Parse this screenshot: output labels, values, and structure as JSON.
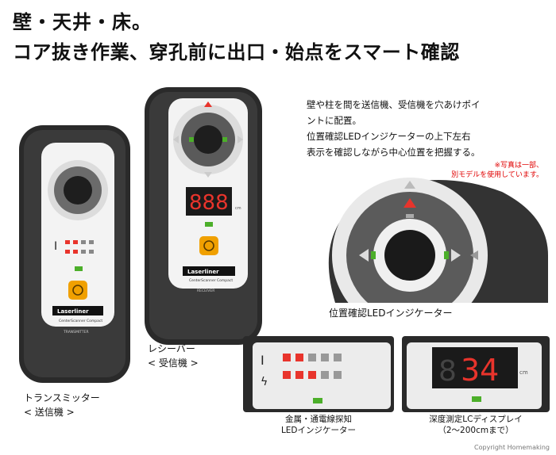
{
  "headline": {
    "line1": "壁・天井・床。",
    "line2": "コア抜き作業、穿孔前に出口・始点をスマート確認"
  },
  "description": {
    "line1": "壁や柱を間を送信機、受信機を穴あけポイ",
    "line2": "ントに配置。",
    "line3": "位置確認LEDインジケーターの上下左右",
    "line4": "表示を確認しながら中心位置を把握する。"
  },
  "note": {
    "line1": "※写真は一部、",
    "line2": "別モデルを使用しています。"
  },
  "devices": {
    "transmitter": {
      "brand": "Laserliner",
      "model": "CenterScanner Compact",
      "type": "TRANSMITTER",
      "caption_line1": "トランスミッター",
      "caption_line2": "< 送信機 >"
    },
    "receiver": {
      "brand": "Laserliner",
      "model": "CenterScanner Compact",
      "type": "RECEIVER",
      "display": "888",
      "unit": "cm",
      "caption_line1": "レシーバー",
      "caption_line2": "< 受信機 >"
    }
  },
  "zoom_caption": "位置確認LEDインジケーター",
  "detail_left": {
    "caption_line1": "金属・通電線探知",
    "caption_line2": "LEDインジケーター"
  },
  "detail_right": {
    "display": "34",
    "unit": "cm",
    "caption_line1": "深度測定LCディスプレイ",
    "caption_line2": "（2〜200cmまで）"
  },
  "copyright": "Copyright Homemaking",
  "colors": {
    "body": "#2b2b2b",
    "face": "#f2f2f2",
    "led_red": "#e8342c",
    "led_green": "#4caf2a",
    "button_orange": "#f0a000"
  }
}
